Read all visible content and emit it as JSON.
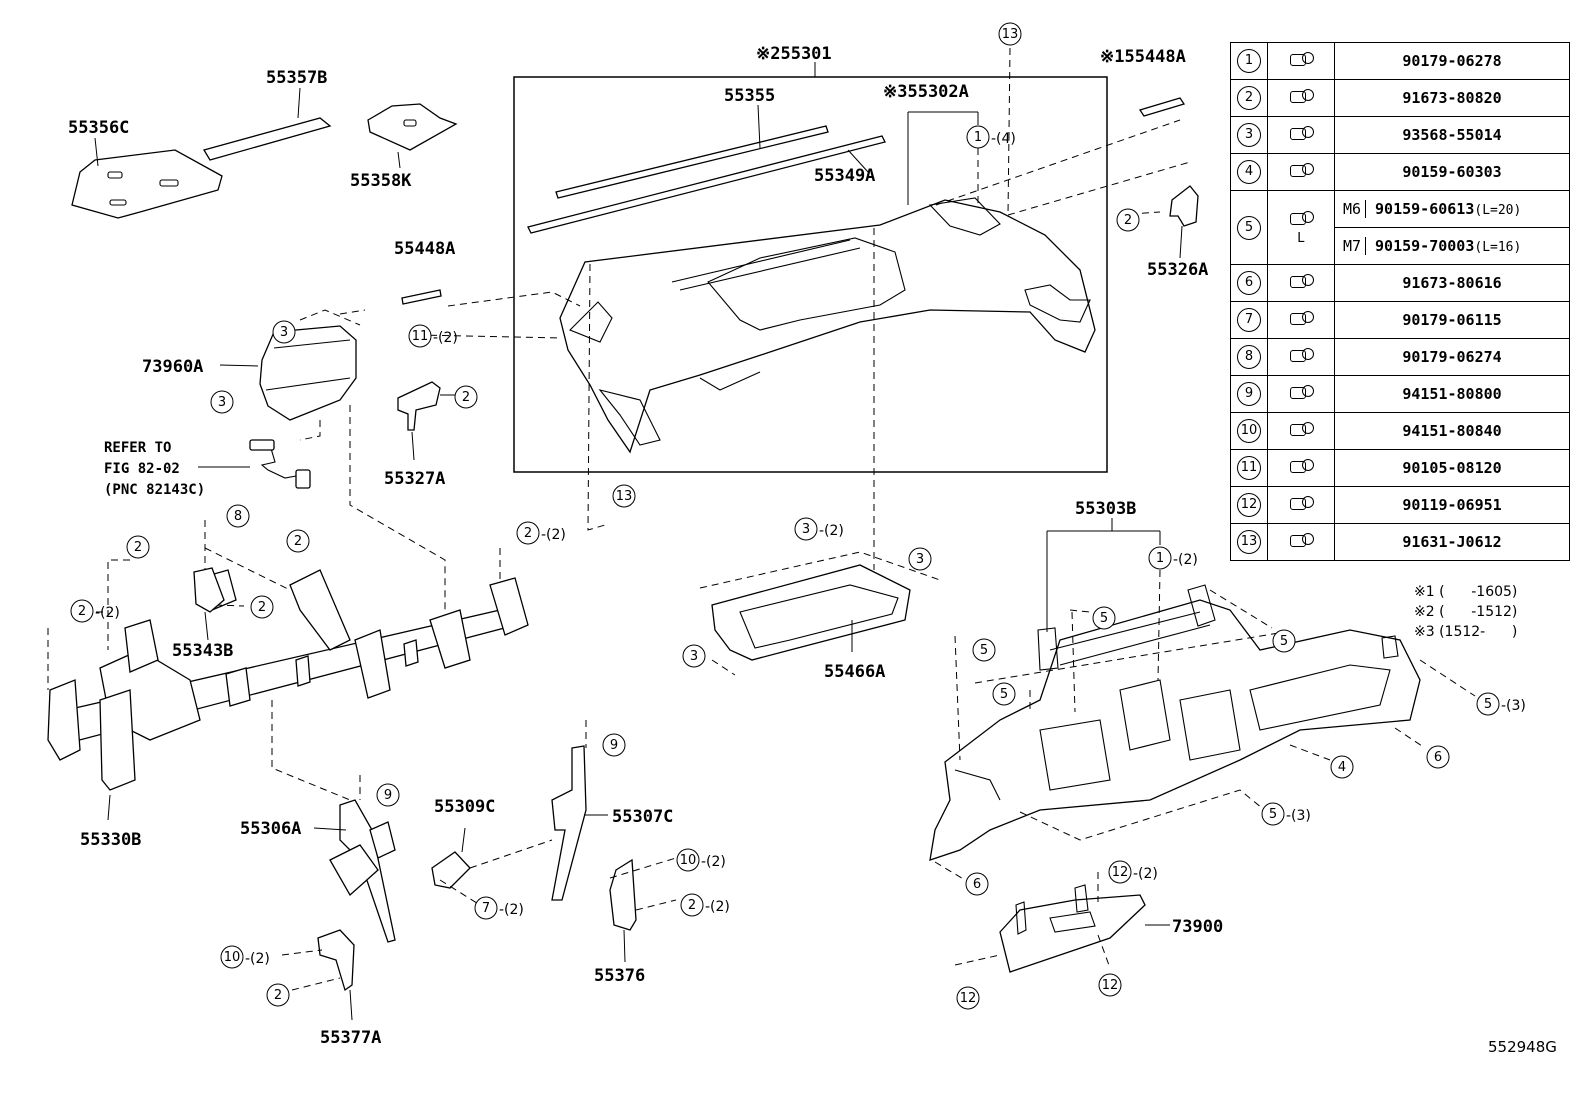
{
  "part_numbers": {
    "p55356c": "55356C",
    "p55357b": "55357B",
    "p55358k": "55358K",
    "p55301": "※255301",
    "p55355": "55355",
    "p55302a": "※355302A",
    "p55349a": "55349A",
    "p55448a_top": "※155448A",
    "p55448a": "55448A",
    "p55326a": "55326A",
    "p73960a": "73960A",
    "p55327a": "55327A",
    "p55343b": "55343B",
    "p55330b": "55330B",
    "p55306a": "55306A",
    "p55309c": "55309C",
    "p55307c": "55307C",
    "p55376": "55376",
    "p55377a": "55377A",
    "p55466a": "55466A",
    "p55303b": "55303B",
    "p73900": "73900"
  },
  "refer_note": [
    "REFER TO",
    "FIG 82-02",
    "(PNC 82143C)"
  ],
  "callouts": {
    "c1": "1",
    "c2": "2",
    "c3": "3",
    "c4": "4",
    "c5": "5",
    "c6": "6",
    "c7": "7",
    "c8": "8",
    "c9": "9",
    "c10": "10",
    "c11": "11",
    "c12": "12",
    "c13": "13",
    "q2": "-(2)",
    "q3": "-(3)",
    "q4": "-(4)"
  },
  "fastener_table": {
    "rows": [
      {
        "num": "1",
        "icon": "clip-nut-icon",
        "part": "90179-06278"
      },
      {
        "num": "2",
        "icon": "screw-icon",
        "part": "91673-80820"
      },
      {
        "num": "3",
        "icon": "screw-icon",
        "part": "93568-55014"
      },
      {
        "num": "4",
        "icon": "screw-icon",
        "part": "90159-60303"
      },
      {
        "num": "5",
        "icon": "bolt-icon",
        "size_a": "M6",
        "part_a": "90159-60613",
        "len_a": "(L=20)",
        "size_b": "M7",
        "part_b": "90159-70003",
        "len_b": "(L=16)",
        "dim": "L"
      },
      {
        "num": "6",
        "icon": "screw-icon",
        "part": "91673-80616"
      },
      {
        "num": "7",
        "icon": "nut-icon",
        "part": "90179-06115"
      },
      {
        "num": "8",
        "icon": "nut-icon",
        "part": "90179-06274"
      },
      {
        "num": "9",
        "icon": "nut-icon",
        "part": "94151-80800"
      },
      {
        "num": "10",
        "icon": "nut-icon",
        "part": "94151-80840"
      },
      {
        "num": "11",
        "icon": "screw-icon",
        "part": "90105-08120"
      },
      {
        "num": "12",
        "icon": "screw-icon",
        "part": "90119-06951"
      },
      {
        "num": "13",
        "icon": "screw-icon",
        "part": "91631-J0612"
      }
    ]
  },
  "footnotes": [
    "※1 (      -1605)",
    "※2 (      -1512)",
    "※3 (1512-      )"
  ],
  "diagram_id": "552948G"
}
